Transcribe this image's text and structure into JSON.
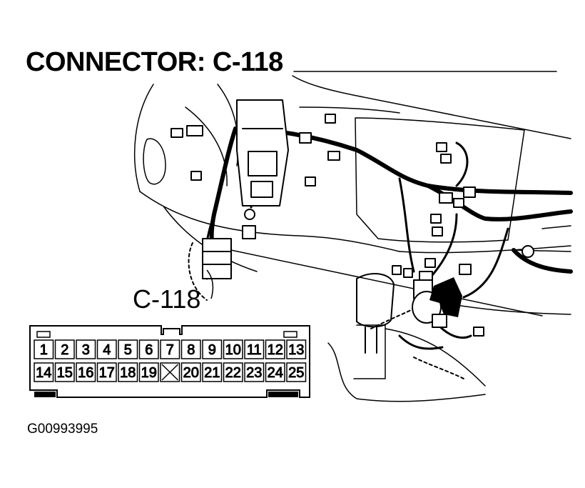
{
  "title": "CONNECTOR: C-118",
  "callout_label": "C-118",
  "figure_id": "G00993995",
  "connector": {
    "row1": [
      "1",
      "2",
      "3",
      "4",
      "5",
      "6",
      "7",
      "8",
      "9",
      "10",
      "11",
      "12",
      "13"
    ],
    "row2": [
      "14",
      "15",
      "16",
      "17",
      "18",
      "19",
      "",
      "20",
      "21",
      "22",
      "23",
      "24",
      "25"
    ],
    "empty_cavity_marker": "X"
  }
}
